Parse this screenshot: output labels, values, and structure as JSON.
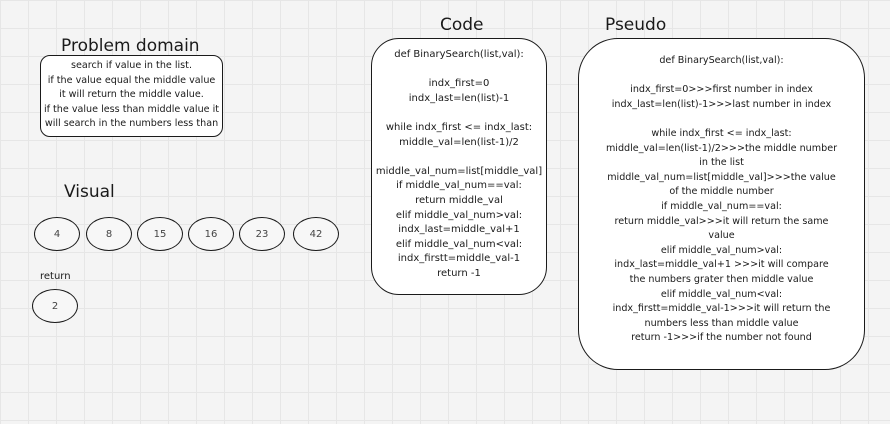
{
  "headings": {
    "code": "Code",
    "pseudo": "Pseudo",
    "problem_domain": "Problem domain",
    "visual": "Visual"
  },
  "problem_domain": {
    "lines": [
      "search if value in the list.",
      "if the value equal the middle value",
      "it will return the middle value.",
      "if the value less than middle value it",
      "will search in the numbers less than"
    ]
  },
  "code": {
    "lines": [
      "def BinarySearch(list,val):",
      "",
      "indx_first=0",
      "indx_last=len(list)-1",
      "",
      "while indx_first <= indx_last:",
      "middle_val=len(list-1)/2",
      "",
      "middle_val_num=list[middle_val]",
      "if middle_val_num==val:",
      "return middle_val",
      "elif middle_val_num>val:",
      "indx_last=middle_val+1",
      "elif middle_val_num<val:",
      "indx_firstt=middle_val-1",
      "return -1"
    ]
  },
  "pseudo": {
    "lines": [
      "def BinarySearch(list,val):",
      "",
      "indx_first=0>>>first number in index",
      "indx_last=len(list)-1>>>last number in index",
      "",
      "while indx_first <= indx_last:",
      "middle_val=len(list-1)/2>>>the middle number",
      "in the list",
      "middle_val_num=list[middle_val]>>>the value",
      "of the middle number",
      "if middle_val_num==val:",
      "return middle_val>>>it will return the same",
      "value",
      "elif middle_val_num>val:",
      "indx_last=middle_val+1 >>>it will compare",
      "the numbers grater then middle value",
      "elif middle_val_num<val:",
      "indx_firstt=middle_val-1>>>it will return the",
      "numbers less than middle value",
      "return -1>>>if the number not found"
    ]
  },
  "visual": {
    "nodes": [
      "4",
      "8",
      "15",
      "16",
      "23",
      "42"
    ],
    "return_label": "return",
    "return_value": "2"
  },
  "colors": {
    "background": "#f4f4f4",
    "grid": "#e6e6e6",
    "stroke": "#1a1a1a",
    "box_fill": "#ffffff"
  }
}
